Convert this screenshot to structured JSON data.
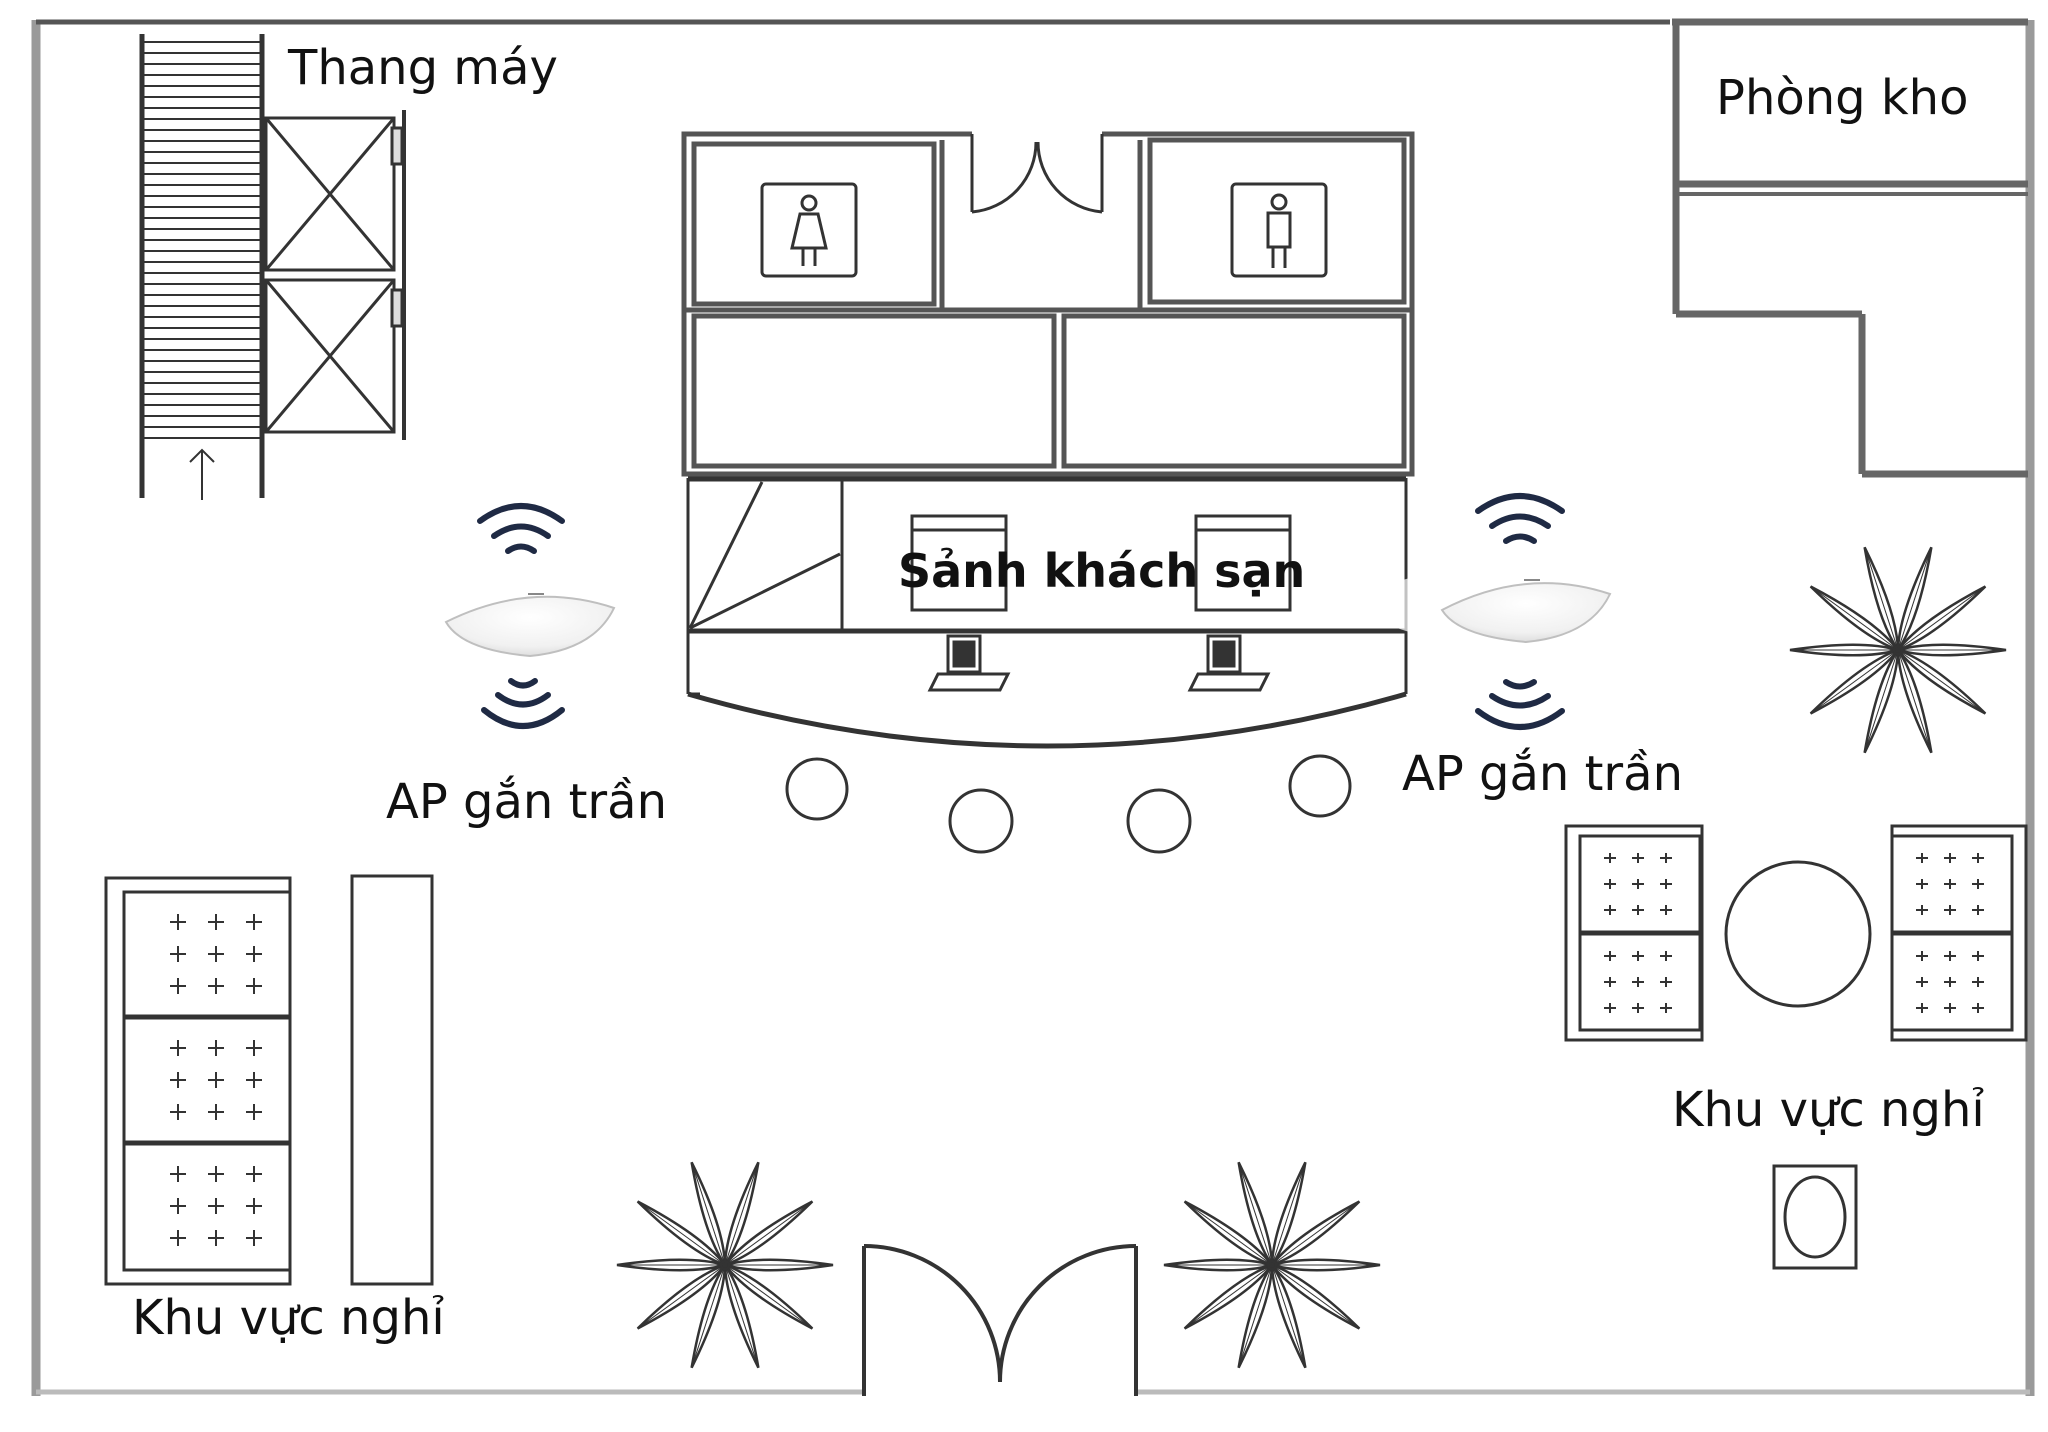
{
  "labels": {
    "elevator": "Thang máy",
    "storage": "Phòng kho",
    "lobby": "Sảnh khách sạn",
    "ap_left": "AP gắn trần",
    "ap_right": "AP gắn trần",
    "rest_left": "Khu vực nghỉ",
    "rest_right": "Khu vực nghỉ"
  },
  "icons": {
    "ap_left": "ceiling-access-point-icon",
    "ap_right": "ceiling-access-point-icon",
    "wifi": "wifi-signal-icon",
    "restroom_female": "female-restroom-icon",
    "restroom_male": "male-restroom-icon",
    "plant": "potted-plant-icon",
    "computer": "computer-icon"
  },
  "colors": {
    "wall": "#9a9a9a",
    "line": "#333333",
    "wifi": "#1f2a44",
    "text": "#111111"
  }
}
